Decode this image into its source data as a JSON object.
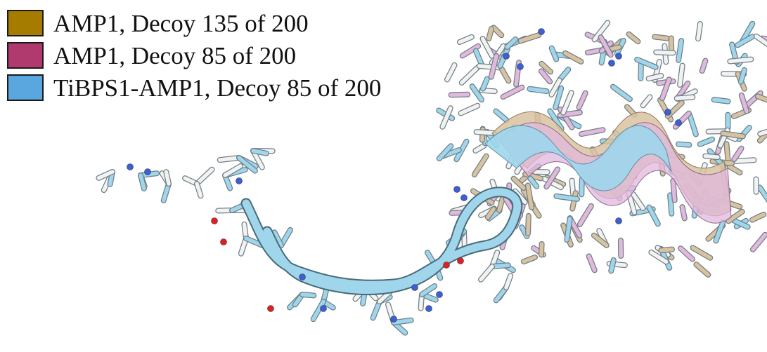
{
  "legend": [
    {
      "label": "AMP1, Decoy 135 of 200",
      "color": "#a67c00"
    },
    {
      "label": "AMP1, Decoy 85 of 200",
      "color": "#b03a6e"
    },
    {
      "label": "TiBPS1-AMP1, Decoy 85 of 200",
      "color": "#5aa6de"
    }
  ],
  "colors": {
    "backbone_blue": "#9fd6ec",
    "backbone_tan": "#d9c29f",
    "backbone_pink": "#e2b8dd",
    "nitrogen": "#3a5fd9",
    "oxygen": "#e02020",
    "hydrogen": "#f2f2f2"
  }
}
